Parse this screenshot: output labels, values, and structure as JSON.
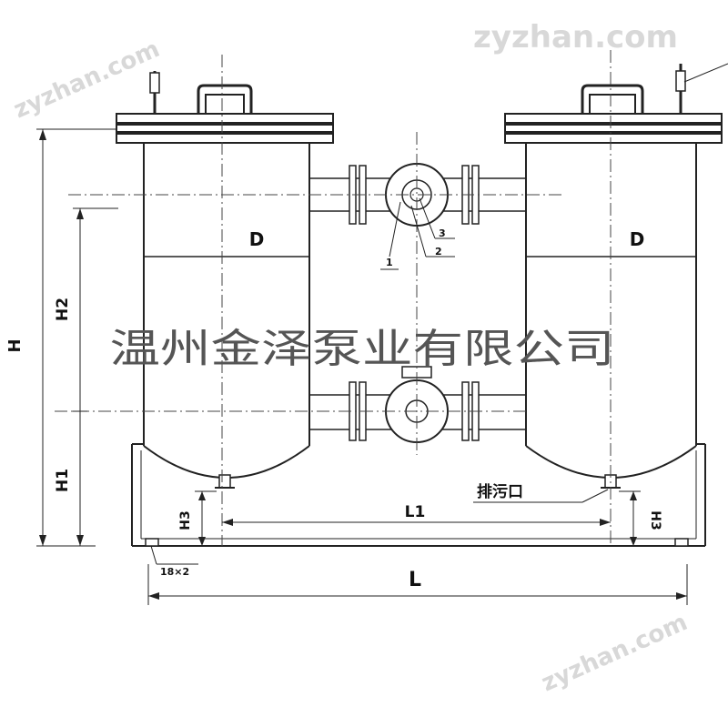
{
  "diagram": {
    "labels": {
      "diameter_left": "D",
      "diameter_right": "D",
      "total_height": "H",
      "height_h1": "H1",
      "height_h2": "H2",
      "height_h3_left": "H3",
      "height_h3_right": "H3",
      "length_l1": "L1",
      "length_l": "L",
      "hole_spec": "18×2",
      "drain_outlet": "排污口",
      "part_1": "1",
      "part_2": "2",
      "part_3": "3"
    },
    "company_name": "温州金泽泵业有限公司",
    "watermarks": [
      "zyzhan.com",
      "zyzhan.com",
      "zyzhan.com"
    ]
  }
}
